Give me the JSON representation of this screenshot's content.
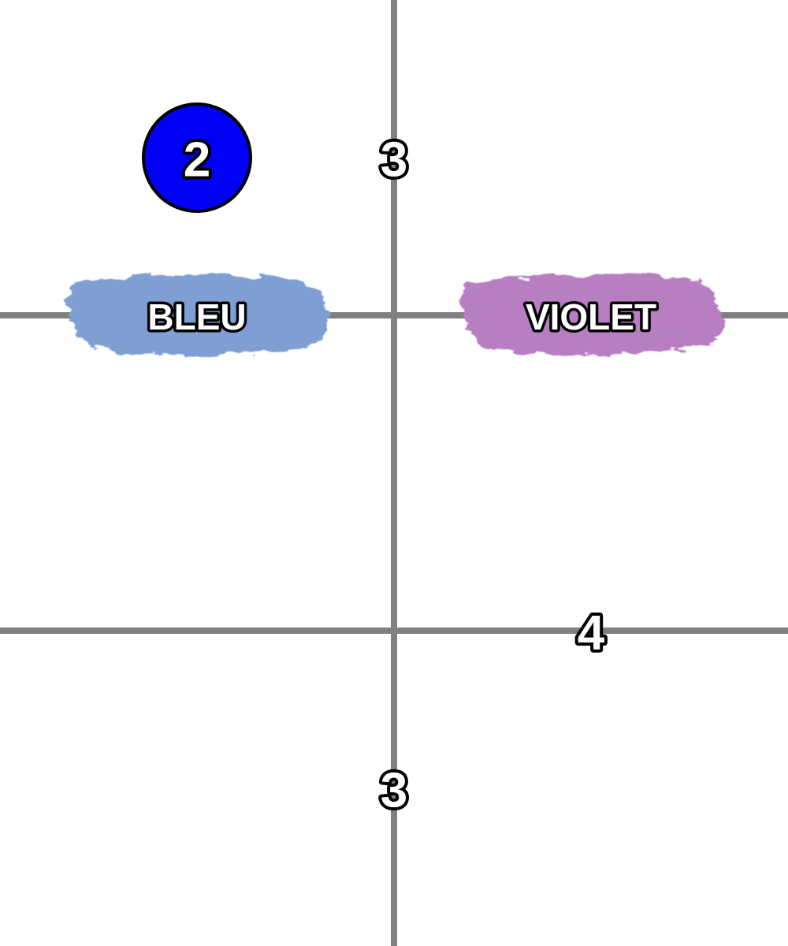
{
  "colors": {
    "grid_line": "#808080",
    "background": "#ffffff",
    "circle_fill": "#0000f5",
    "bleu_swatch": "#7f9fd3",
    "violet_swatch": "#b77fc2",
    "text_fill": "#ffffff",
    "text_outline": "#000000"
  },
  "puzzle": {
    "circle_clue": "2",
    "swatches": {
      "bleu": {
        "label": "BLEU"
      },
      "violet": {
        "label": "VIOLET"
      }
    },
    "edge_clues": {
      "top_center": "3",
      "bottom_center": "3",
      "lower_right": "4"
    }
  }
}
